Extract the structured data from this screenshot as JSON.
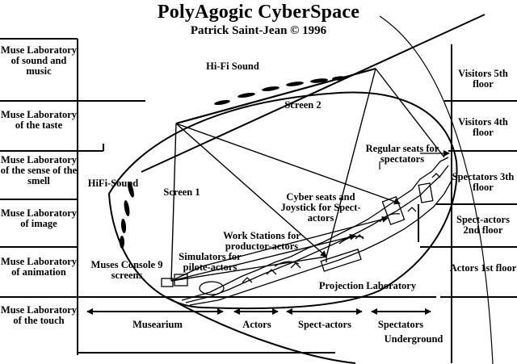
{
  "title": "PolyAgogic CyberSpace",
  "subtitle": "Patrick Saint-Jean © 1996",
  "left_rooms": [
    "Muse Laboratory of sound and music",
    "Muse Laboratory of the taste",
    "Muse Laboratory of the sense of the smell",
    "Muse Laboratory of image",
    "Muse Laboratory of animation",
    "Muse Laboratory of the touch"
  ],
  "right_floors": [
    "Visitors 5th floor",
    "Visitors 4th floor",
    "Spectators 3th floor",
    "Spect-actors 2nd floor",
    "Actors 1st floor"
  ],
  "interior_labels": {
    "hifi_sound_top": "Hi-Fi Sound",
    "screen2": "Screen 2",
    "screen1": "Screen 1",
    "hifi_sound_left": "HiFi-Sound",
    "regular_seats": "Regular seats for spectators",
    "cyber_seats": "Cyber seats and Joystick for Spect-actors",
    "work_stations": "Work Stations for productor-actors",
    "simulators": "Simulators for pilote-actors",
    "muses_console": "Muses Console 9 screens",
    "projection_lab": "Projection Laboratory"
  },
  "bottom_zones": [
    "Musearium",
    "Actors",
    "Spect-actors",
    "Spectators"
  ],
  "underground": "Underground"
}
